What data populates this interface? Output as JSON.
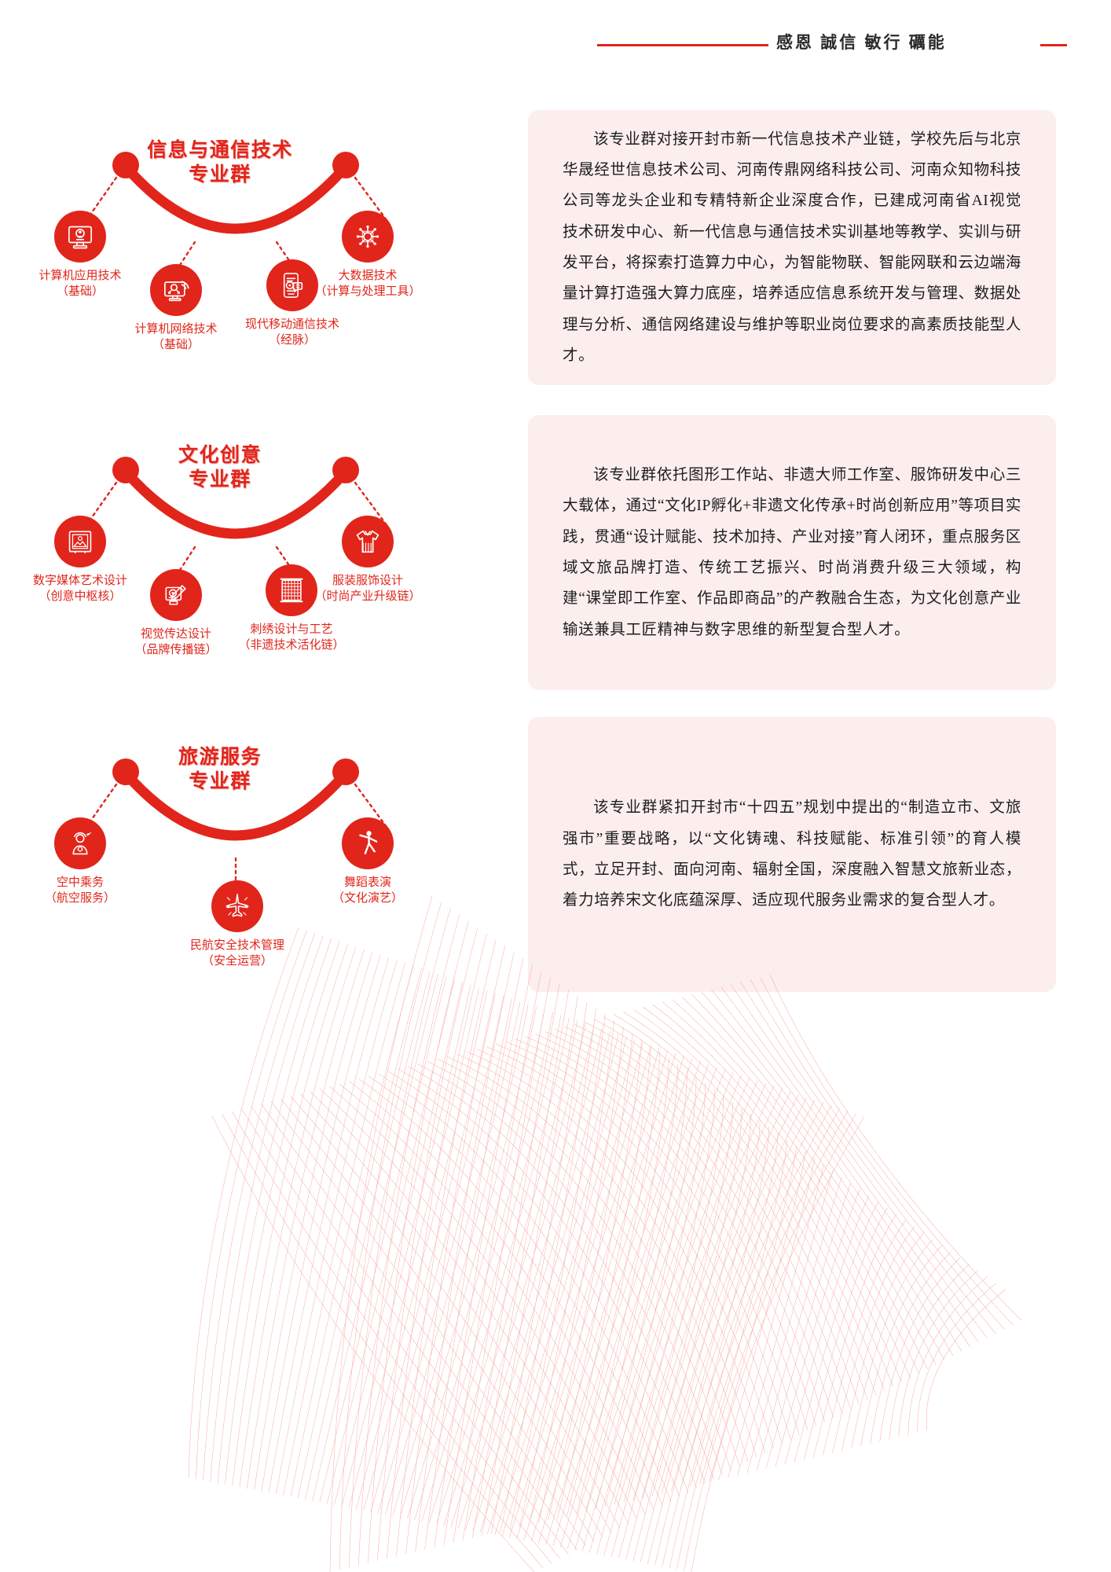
{
  "header": {
    "motto": "感恩  誠信  敏行  礪能"
  },
  "accent_color": "#e1251b",
  "panel_bg": "#fdeeee",
  "sections": [
    {
      "id": "info-comm",
      "title_line1": "信息与通信技术",
      "title_line2": "专业群",
      "nodes": [
        {
          "icon": "desktop-user-icon",
          "name": "计算机应用技术",
          "sub": "（基础）"
        },
        {
          "icon": "network-monitor-icon",
          "name": "计算机网络技术",
          "sub": "（基础）"
        },
        {
          "icon": "mobile-chat-icon",
          "name": "现代移动通信技术",
          "sub": "（经脉）"
        },
        {
          "icon": "chip-circuit-icon",
          "name": "大数据技术",
          "sub": "（计算与处理工具）"
        }
      ],
      "paragraph": "该专业群对接开封市新一代信息技术产业链，学校先后与北京华晟经世信息技术公司、河南传鼎网络科技公司、河南众知物科技公司等龙头企业和专精特新企业深度合作，已建成河南省AI视觉技术研发中心、新一代信息与通信技术实训基地等教学、实训与研发平台，将探索打造算力中心，为智能物联、智能网联和云边端海量计算打造强大算力底座，培养适应信息系统开发与管理、数据处理与分析、通信网络建设与维护等职业岗位要求的高素质技能型人才。"
    },
    {
      "id": "culture-creative",
      "title_line1": "文化创意",
      "title_line2": "专业群",
      "nodes": [
        {
          "icon": "digital-art-frame-icon",
          "name": "数字媒体艺术设计",
          "sub": "（创意中枢核）"
        },
        {
          "icon": "visual-design-icon",
          "name": "视觉传达设计",
          "sub": "（品牌传播链）"
        },
        {
          "icon": "embroidery-loom-icon",
          "name": "刺绣设计与工艺",
          "sub": "（非遗技术活化链）"
        },
        {
          "icon": "garment-dress-icon",
          "name": "服装服饰设计",
          "sub": "（时尚产业升级链）"
        }
      ],
      "paragraph": "该专业群依托图形工作站、非遗大师工作室、服饰研发中心三大载体，通过“文化IP孵化+非遗文化传承+时尚创新应用”等项目实践，贯通“设计赋能、技术加持、产业对接”育人闭环，重点服务区域文旅品牌打造、传统工艺振兴、时尚消费升级三大领域，构建“课堂即工作室、作品即商品”的产教融合生态，为文化创意产业输送兼具工匠精神与数字思维的新型复合型人才。"
    },
    {
      "id": "tourism-service",
      "title_line1": "旅游服务",
      "title_line2": "专业群",
      "nodes": [
        {
          "icon": "flight-attendant-icon",
          "name": "空中乘务",
          "sub": "（航空服务）"
        },
        {
          "icon": "airport-safety-icon",
          "name": "民航安全技术管理",
          "sub": "（安全运营）"
        },
        {
          "icon": "dancer-icon",
          "name": "舞蹈表演",
          "sub": "（文化演艺）"
        }
      ],
      "paragraph": "该专业群紧扣开封市“十四五”规划中提出的“制造立市、文旅强市”重要战略，以“文化铸魂、科技赋能、标准引领”的育人模式，立足开封、面向河南、辐射全国，深度融入智慧文旅新业态，着力培养宋文化底蕴深厚、适应现代服务业需求的复合型人才。"
    }
  ]
}
